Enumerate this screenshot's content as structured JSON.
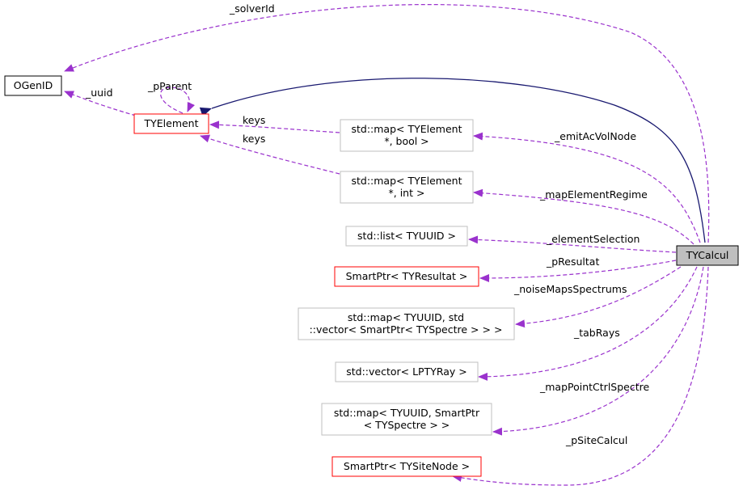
{
  "colors": {
    "inherit": "#191970",
    "usage": "#9a32cd",
    "border_plain": "#000000",
    "border_documented": "#ff0000",
    "border_undocumented": "#bfbfbf",
    "highlight_fill": "#bfbfbf"
  },
  "nodes": {
    "ogenid": {
      "label": "OGenID"
    },
    "tyelement": {
      "label": "TYElement"
    },
    "map_element_bool": {
      "line1": "std::map< TYElement",
      "line2": "*, bool >"
    },
    "map_element_int": {
      "line1": "std::map< TYElement",
      "line2": "*, int >"
    },
    "list_uuid": {
      "label": "std::list< TYUUID >"
    },
    "smartptr_resultat": {
      "label": "SmartPtr< TYResultat >"
    },
    "map_uuid_vector": {
      "line1": "std::map< TYUUID, std",
      "line2": "::vector< SmartPtr< TYSpectre > > >"
    },
    "vector_ray": {
      "label": "std::vector< LPTYRay >"
    },
    "map_uuid_spectre": {
      "line1": "std::map< TYUUID, SmartPtr",
      "line2": "< TYSpectre > >"
    },
    "smartptr_sitenode": {
      "label": "SmartPtr< TYSiteNode >"
    },
    "tycalcul": {
      "label": "TYCalcul"
    }
  },
  "edges": {
    "solver_id": "_solverId",
    "uuid": "_uuid",
    "p_parent": "_pParent",
    "keys_bool": "keys",
    "keys_int": "keys",
    "emit_ac_vol_node": "_emitAcVolNode",
    "map_element_regime": "_mapElementRegime",
    "element_selection": "_elementSelection",
    "p_resultat": "_pResultat",
    "noise_maps_spectrums": "_noiseMapsSpectrums",
    "tab_rays": "_tabRays",
    "map_point_ctrl_spectre": "_mapPointCtrlSpectre",
    "p_site_calcul": "_pSiteCalcul"
  }
}
